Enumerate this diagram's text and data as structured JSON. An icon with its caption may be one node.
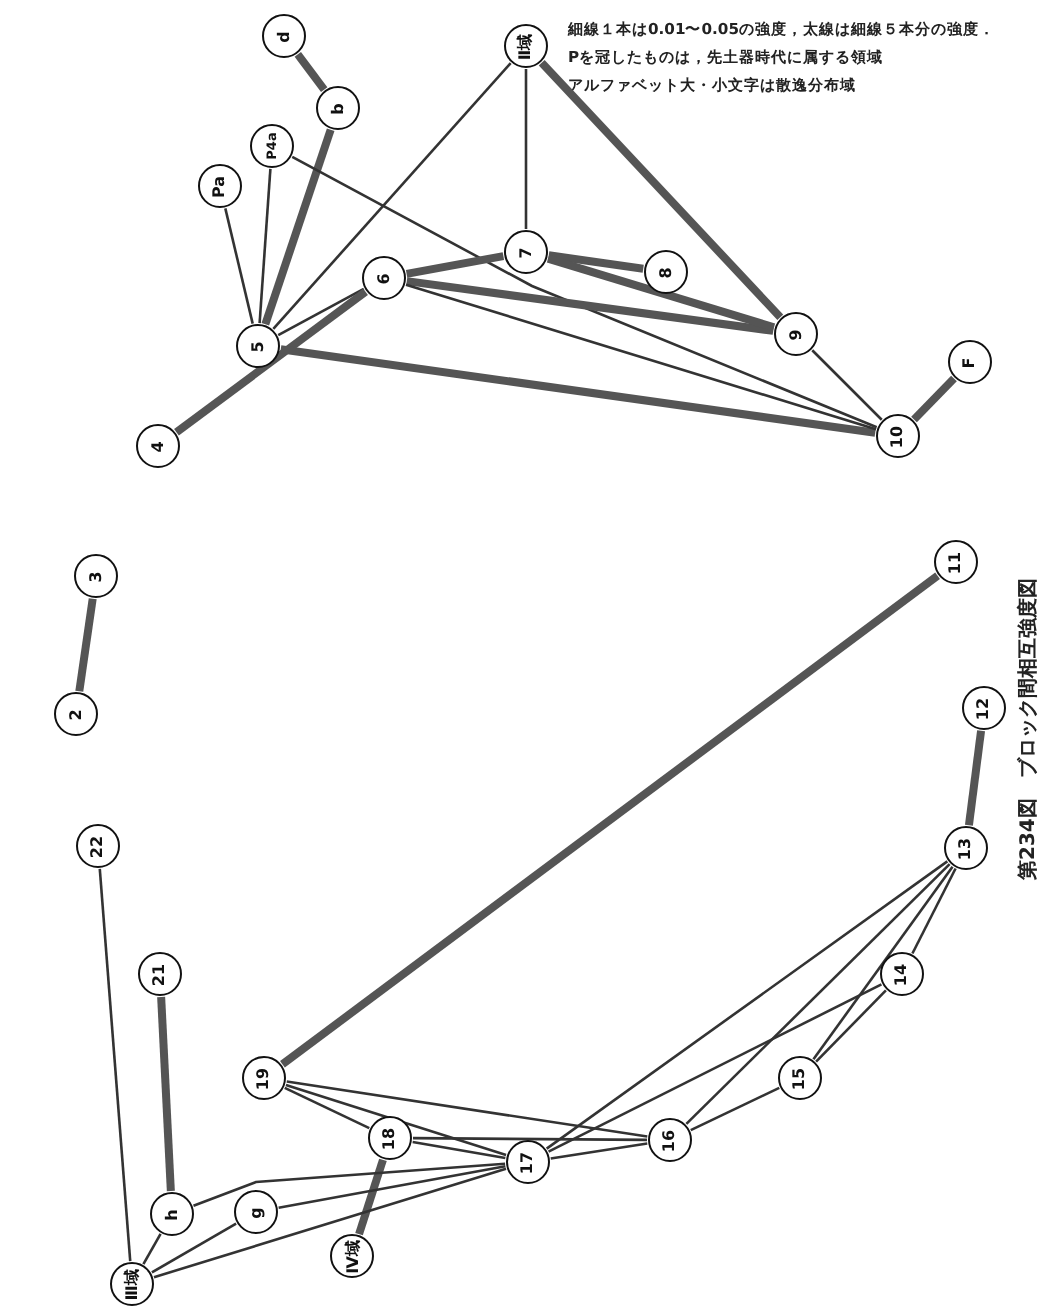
{
  "diagram": {
    "caption": "第234図　ブロック間相互強度図",
    "nodes": [
      {
        "text": [
          "d"
        ]
      },
      {
        "text": [
          "b"
        ]
      },
      {
        "text": [
          "P4a"
        ]
      },
      {
        "text": [
          "Pa"
        ]
      },
      {
        "text": [
          "Ⅱ域"
        ]
      },
      {
        "text": [
          "7"
        ]
      },
      {
        "text": [
          "8"
        ]
      },
      {
        "text": [
          "6"
        ]
      },
      {
        "text": [
          "5"
        ]
      },
      {
        "text": [
          "9"
        ]
      },
      {
        "text": [
          "10"
        ]
      },
      {
        "text": [
          "F"
        ]
      },
      {
        "text": [
          "4"
        ]
      },
      {
        "text": [
          "3"
        ]
      },
      {
        "text": [
          "2"
        ]
      },
      {
        "text": [
          "11"
        ]
      },
      {
        "text": [
          "12"
        ]
      },
      {
        "text": [
          "13"
        ]
      },
      {
        "text": [
          "14"
        ]
      },
      {
        "text": [
          "15"
        ]
      },
      {
        "text": [
          "16"
        ]
      },
      {
        "text": [
          "17"
        ]
      },
      {
        "text": [
          "18"
        ]
      },
      {
        "text": [
          "19"
        ]
      },
      {
        "text": [
          "22"
        ]
      },
      {
        "text": [
          "21"
        ]
      },
      {
        "text": [
          "h"
        ]
      },
      {
        "text": [
          "g"
        ]
      },
      {
        "text": [
          "Ⅳ域"
        ]
      },
      {
        "text": [
          "Ⅲ域"
        ]
      }
    ],
    "edges": [
      {
        "from": 0,
        "to": 1,
        "arrow": "none",
        "style": "thick"
      },
      {
        "from": 1,
        "to": 8,
        "arrow": "none",
        "style": "thick"
      },
      {
        "from": 3,
        "to": 8,
        "arrow": "none"
      },
      {
        "from": 2,
        "to": 8,
        "arrow": "none"
      },
      {
        "from": 2,
        "to": 10,
        "arrow": "none"
      },
      {
        "from": 4,
        "to": 8,
        "arrow": "none"
      },
      {
        "from": 4,
        "to": 5,
        "arrow": "none"
      },
      {
        "from": 4,
        "to": 9,
        "arrow": "none",
        "style": "thick"
      },
      {
        "from": 8,
        "to": 7,
        "arrow": "none"
      },
      {
        "from": 12,
        "to": 7,
        "arrow": "none",
        "style": "thick"
      },
      {
        "from": 8,
        "to": 10,
        "arrow": "none",
        "style": "thick"
      },
      {
        "from": 7,
        "to": 5,
        "arrow": "none",
        "style": "thick"
      },
      {
        "from": 7,
        "to": 9,
        "arrow": "none",
        "style": "thick"
      },
      {
        "from": 7,
        "to": 10,
        "arrow": "none"
      },
      {
        "from": 5,
        "to": 6,
        "arrow": "none",
        "style": "thick"
      },
      {
        "from": 5,
        "to": 9,
        "arrow": "none",
        "style": "thick"
      },
      {
        "from": 9,
        "to": 10,
        "arrow": "none"
      },
      {
        "from": 10,
        "to": 11,
        "arrow": "none",
        "style": "thick"
      },
      {
        "from": 14,
        "to": 13,
        "arrow": "none",
        "style": "thick"
      },
      {
        "from": 15,
        "to": 23,
        "arrow": "none",
        "style": "thick"
      },
      {
        "from": 16,
        "to": 17,
        "arrow": "none",
        "style": "thick"
      },
      {
        "from": 17,
        "to": 18,
        "arrow": "none"
      },
      {
        "from": 17,
        "to": 19,
        "arrow": "none"
      },
      {
        "from": 17,
        "to": 20,
        "arrow": "none"
      },
      {
        "from": 17,
        "to": 21,
        "arrow": "none"
      },
      {
        "from": 18,
        "to": 19,
        "arrow": "none"
      },
      {
        "from": 18,
        "to": 21,
        "arrow": "none"
      },
      {
        "from": 19,
        "to": 20,
        "arrow": "none"
      },
      {
        "from": 20,
        "to": 21,
        "arrow": "none"
      },
      {
        "from": 23,
        "to": 22,
        "arrow": "none"
      },
      {
        "from": 23,
        "to": 21,
        "arrow": "none"
      },
      {
        "from": 23,
        "to": 20,
        "arrow": "none"
      },
      {
        "from": 22,
        "to": 21,
        "arrow": "none"
      },
      {
        "from": 22,
        "to": 20,
        "arrow": "none"
      },
      {
        "from": 22,
        "to": 28,
        "arrow": "none",
        "style": "thick"
      },
      {
        "from": 21,
        "to": 26,
        "arrow": "none"
      },
      {
        "from": 21,
        "to": 27,
        "arrow": "none"
      },
      {
        "from": 21,
        "to": 29,
        "arrow": "none"
      },
      {
        "from": 25,
        "to": 26,
        "arrow": "none",
        "style": "thick"
      },
      {
        "from": 24,
        "to": 29,
        "arrow": "none"
      },
      {
        "from": 26,
        "to": 29,
        "arrow": "none"
      },
      {
        "from": 27,
        "to": 29,
        "arrow": "none"
      }
    ],
    "labels": [
      "細線１本は0.01〜0.05の強度，太線は細線５本分の強度．",
      "Pを冠したものは，先土器時代に属する領域",
      "アルファベット大・小文字は散逸分布域"
    ]
  }
}
